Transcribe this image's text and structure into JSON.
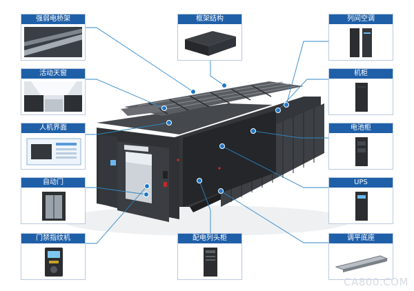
{
  "labels": {
    "cable_tray": "强弱电桥架",
    "frame_structure": "框架结构",
    "inrow_ac": "列间空调",
    "skylight": "活动天窗",
    "cabinet": "机柜",
    "hmi": "人机界面",
    "battery_cabinet": "电池柜",
    "auto_door": "自动门",
    "ups": "UPS",
    "access_fingerprint": "门禁指纹机",
    "pdu_head_cabinet": "配电列头柜",
    "leveling_base": "调平底座"
  },
  "icons": {
    "cable_tray": "cable-tray-photo",
    "frame_structure": "frame-photo",
    "inrow_ac": "ac-unit-photo",
    "skylight": "skylight-photo",
    "cabinet": "cabinet-photo",
    "hmi": "screen-photo",
    "battery_cabinet": "battery-cabinet-photo",
    "auto_door": "door-photo",
    "ups": "ups-photo",
    "access_fingerprint": "fingerprint-photo",
    "pdu_head_cabinet": "pdu-cabinet-photo",
    "leveling_base": "base-photo"
  },
  "colors": {
    "title_bar": "#1f5fa8",
    "leader_line": "#2f86c6",
    "dot": "#1d77c8",
    "cabinet_dark": "#2b2d30"
  },
  "watermark": "CA800.COM"
}
